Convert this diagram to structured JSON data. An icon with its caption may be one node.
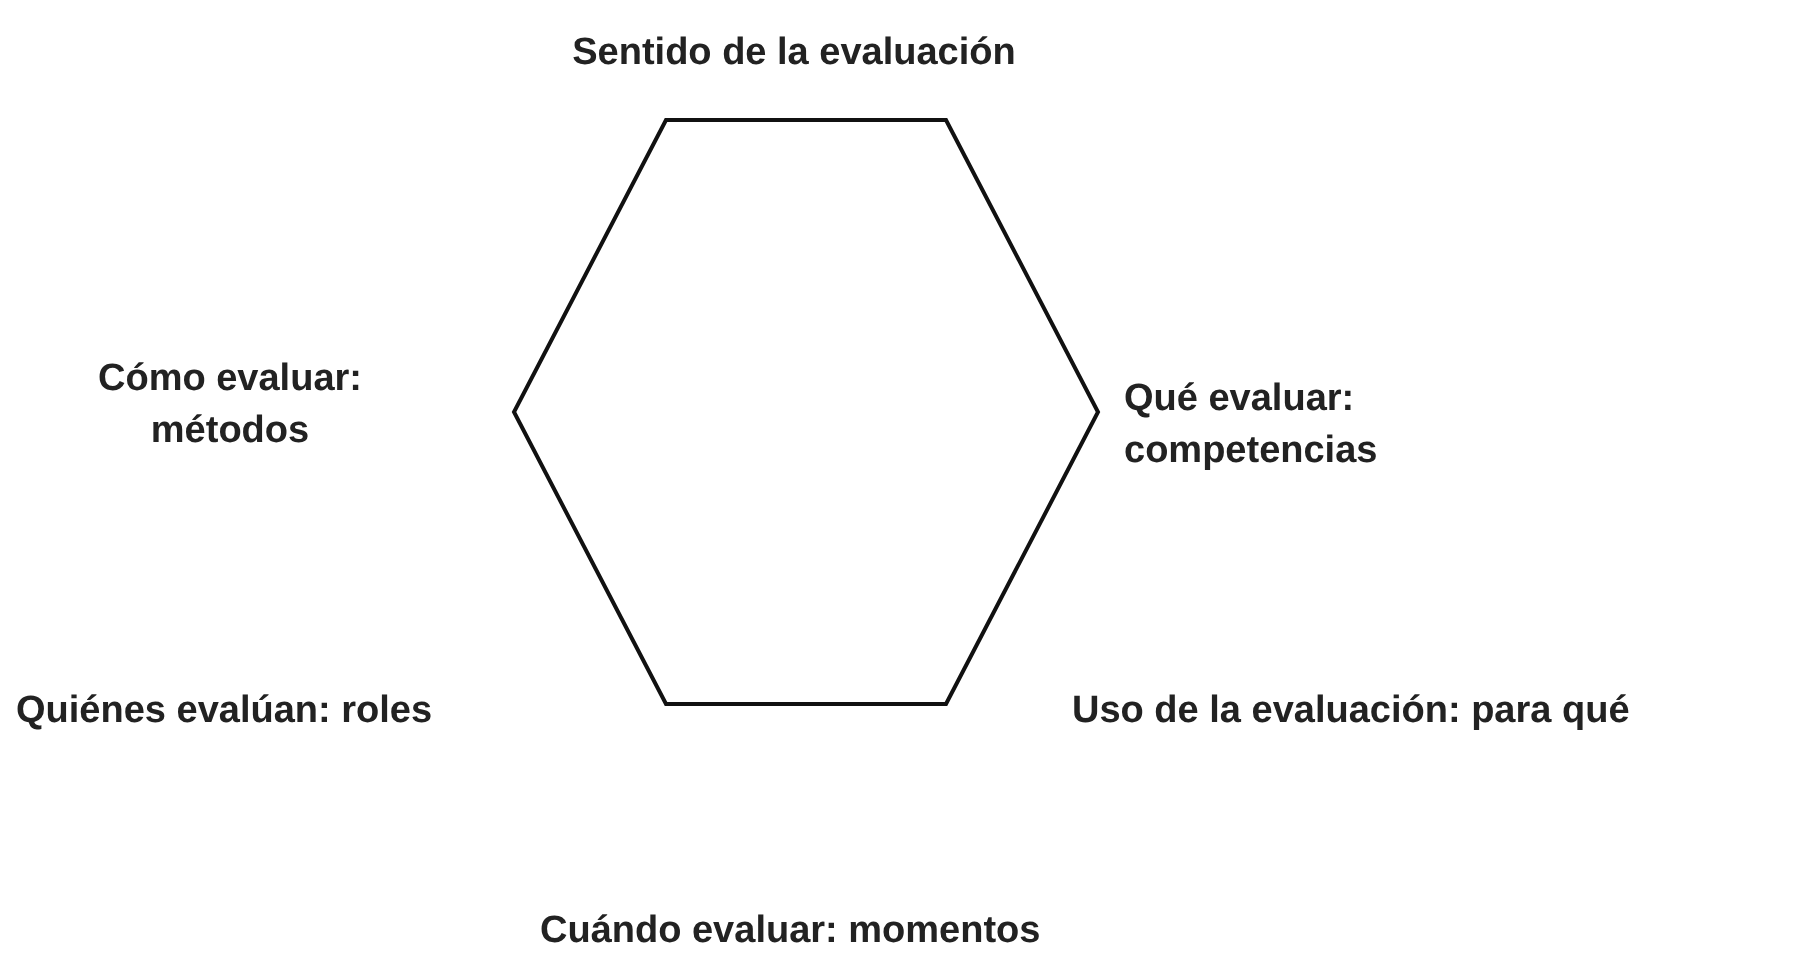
{
  "diagram": {
    "nodes": [
      {
        "text": [],
        "shape": "hexagon"
      }
    ],
    "labels": [
      "Sentido de la evaluación",
      "Cómo evaluar: métodos",
      "Qué evaluar: competencias",
      "Quiénes evalúan: roles",
      "Uso de la evaluación: para qué",
      "Cuándo evaluar: momentos"
    ]
  }
}
